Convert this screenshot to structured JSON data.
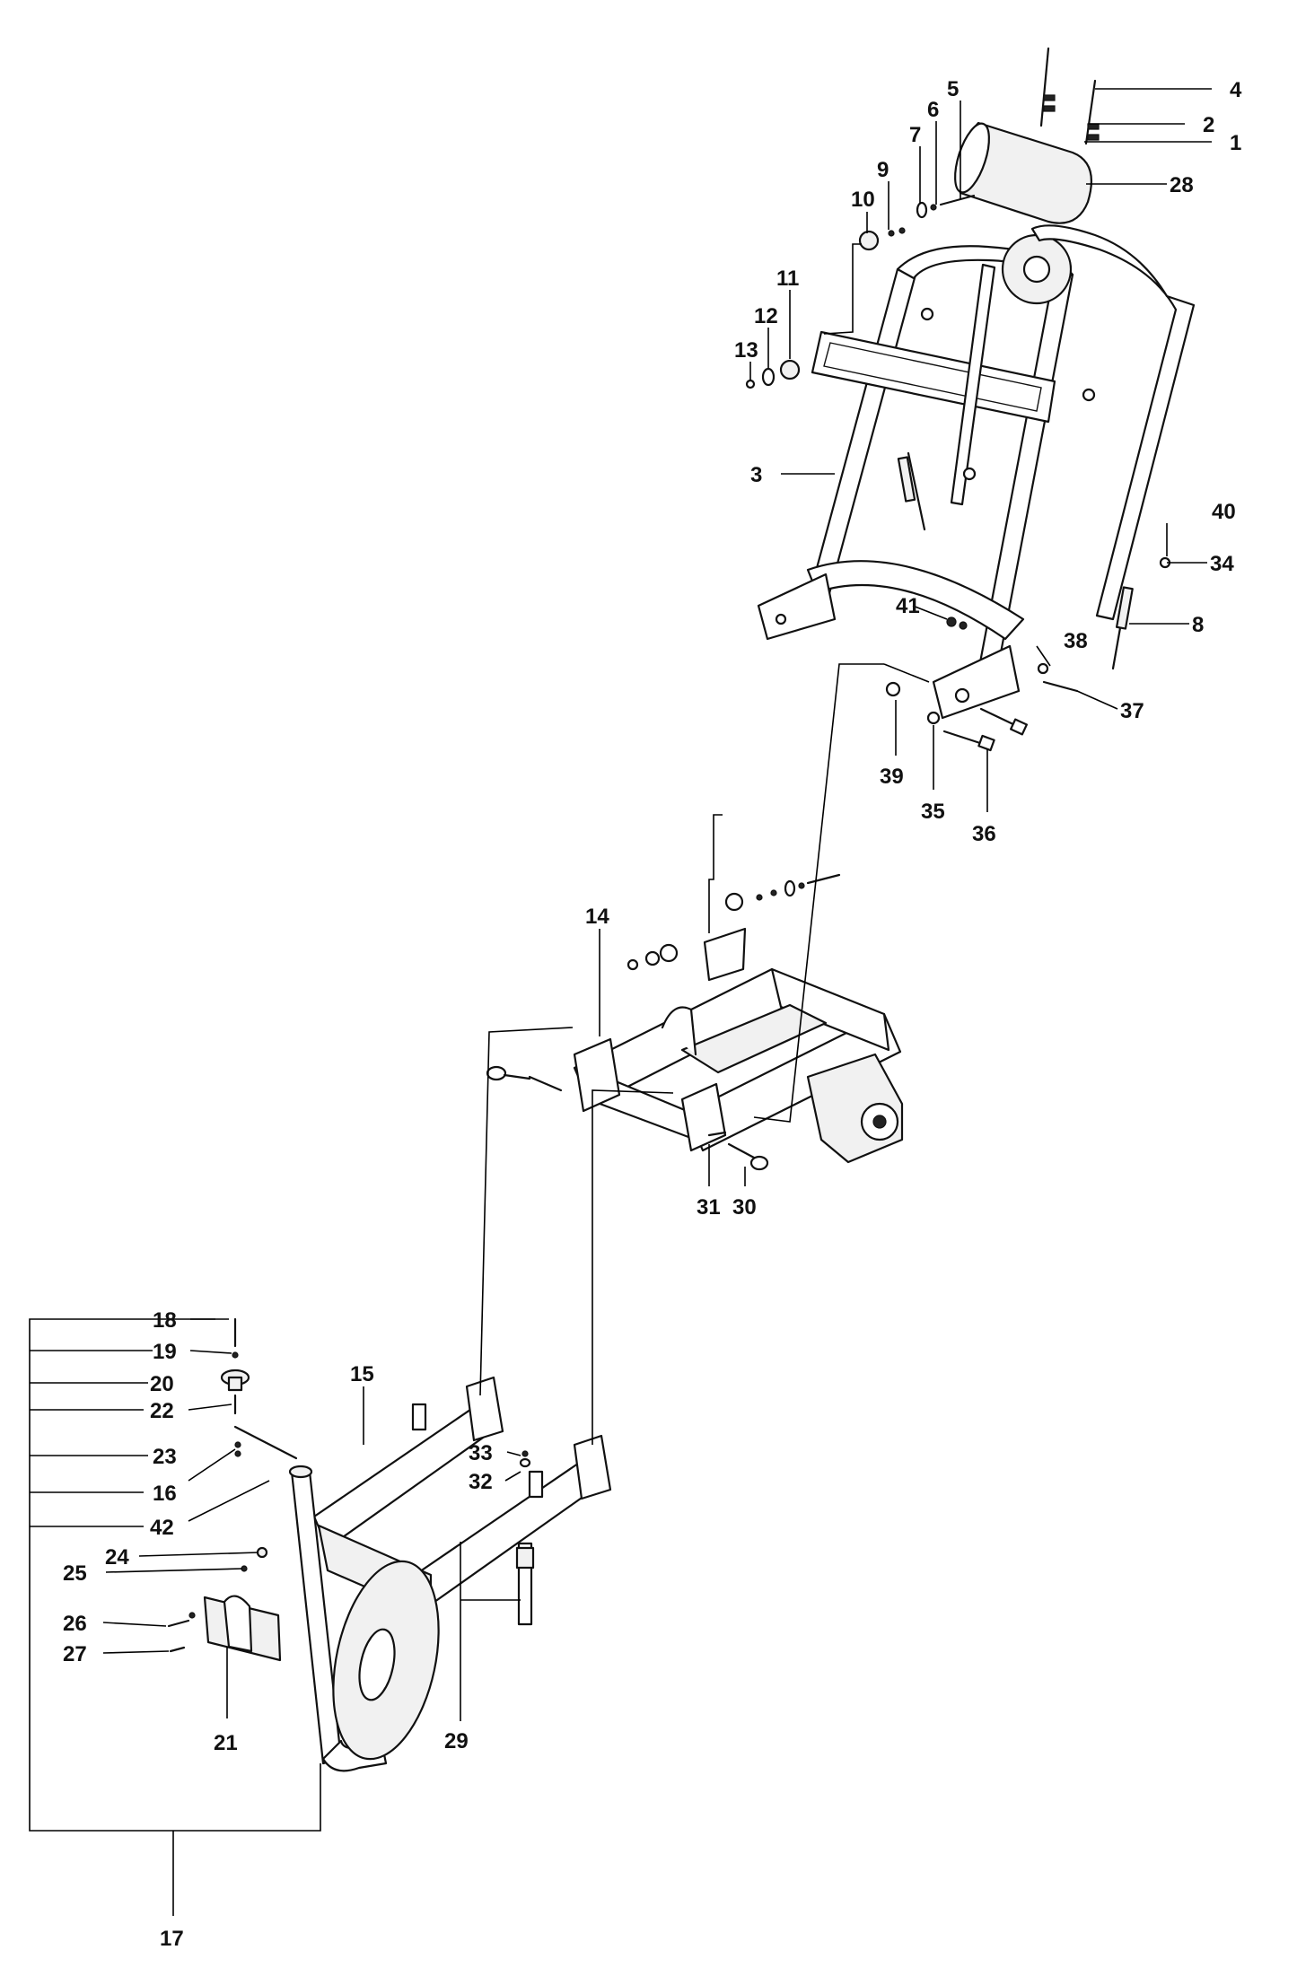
{
  "labels": [
    "1",
    "2",
    "3",
    "4",
    "5",
    "6",
    "7",
    "8",
    "9",
    "10",
    "11",
    "12",
    "13",
    "14",
    "15",
    "16",
    "17",
    "18",
    "19",
    "20",
    "21",
    "22",
    "23",
    "24",
    "25",
    "26",
    "27",
    "28",
    "29",
    "30",
    "31",
    "32",
    "33",
    "34",
    "35",
    "36",
    "37",
    "38",
    "39",
    "40",
    "41",
    "42"
  ],
  "colors": {
    "line": "#111111",
    "background": "#ffffff",
    "shade": "#f1f1f1"
  }
}
